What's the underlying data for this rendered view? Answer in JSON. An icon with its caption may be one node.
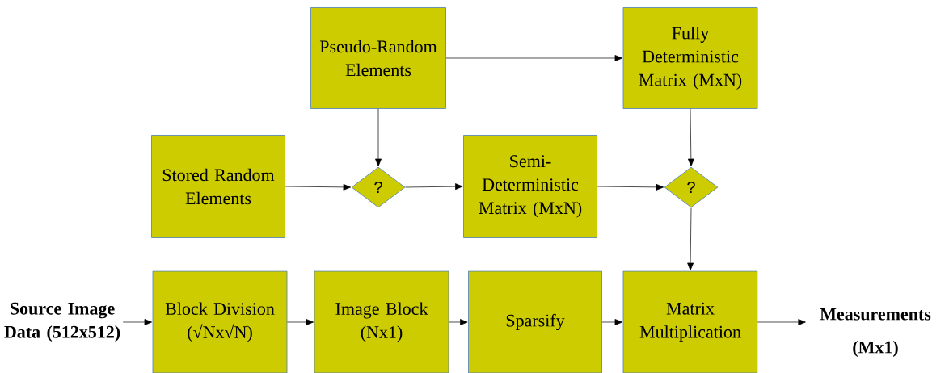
{
  "diagram": {
    "nodes": [
      {
        "text": [
          "Pseudo-Random Elements"
        ]
      },
      {
        "text": [
          "Fully Deterministic Matrix (MxN)"
        ]
      },
      {
        "text": [
          "Stored Random Elements"
        ]
      },
      {
        "text": [
          "?"
        ]
      },
      {
        "text": [
          "Semi-Deterministic Matrix (MxN)"
        ]
      },
      {
        "text": [
          "?"
        ]
      },
      {
        "text": [
          "Source Image Data (512x512)"
        ]
      },
      {
        "text": [
          "Block Division (√Nx√N)"
        ]
      },
      {
        "text": [
          "Image Block (Nx1)"
        ]
      },
      {
        "text": [
          "Sparsify"
        ]
      },
      {
        "text": [
          "Matrix Multiplication"
        ]
      },
      {
        "text": [
          "Measurements",
          "(Mx1)"
        ]
      }
    ],
    "edges": [
      {
        "from": 0,
        "to": 1,
        "arrow": "to"
      },
      {
        "from": 0,
        "to": 3,
        "arrow": "to"
      },
      {
        "from": 2,
        "to": 3,
        "arrow": "to"
      },
      {
        "from": 3,
        "to": 4,
        "arrow": "to"
      },
      {
        "from": 4,
        "to": 5,
        "arrow": "to"
      },
      {
        "from": 1,
        "to": 5,
        "arrow": "to"
      },
      {
        "from": 5,
        "to": 10,
        "arrow": "to"
      },
      {
        "from": 6,
        "to": 7,
        "arrow": "to"
      },
      {
        "from": 7,
        "to": 8,
        "arrow": "to"
      },
      {
        "from": 8,
        "to": 9,
        "arrow": "to"
      },
      {
        "from": 9,
        "to": 10,
        "arrow": "to"
      },
      {
        "from": 10,
        "to": 11,
        "arrow": "to"
      }
    ]
  }
}
